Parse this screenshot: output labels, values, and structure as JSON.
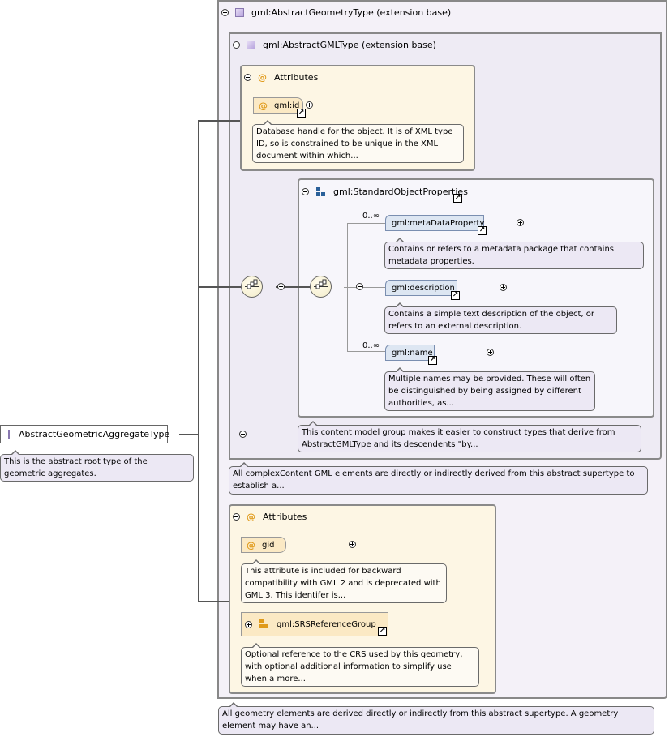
{
  "root": {
    "name": "AbstractGeometricAggregateType",
    "doc": "This is the abstract root type of the geometric aggregates."
  },
  "ext_geometry": {
    "title": "gml:AbstractGeometryType (extension base)",
    "doc": "All geometry elements are derived directly or indirectly from this abstract supertype. A geometry element may have an..."
  },
  "ext_gml": {
    "title": "gml:AbstractGMLType (extension base)",
    "doc": "All complexContent GML elements are directly or indirectly derived from this abstract supertype to establish a..."
  },
  "attributes1": {
    "title": "Attributes",
    "id_name": "gml:id",
    "id_doc": "Database handle for the object. It is of XML type ID, so is constrained to be unique in the XML document within which..."
  },
  "std_props": {
    "title": "gml:StandardObjectProperties",
    "doc": "This content model group makes it easier to construct types that derive from AbstractGMLType and its descendents \"by...",
    "metadata": {
      "name": "gml:metaDataProperty",
      "occ": "0..∞",
      "doc": "Contains or refers to a metadata package that contains metadata properties."
    },
    "description": {
      "name": "gml:description",
      "doc": "Contains a simple text description of the object, or refers to an external description."
    },
    "name_el": {
      "name": "gml:name",
      "occ": "0..∞",
      "doc": "Multiple names may be provided. These will often be distinguished by being assigned by different authorities, as..."
    }
  },
  "attributes2": {
    "title": "Attributes",
    "gid_name": "gid",
    "gid_doc": "This attribute is included for backward compatibility with GML 2 and is deprecated with GML 3. This identifer is...",
    "srs_name": "gml:SRSReferenceGroup",
    "srs_doc": "Optional reference to the CRS used by this geometry, with optional additional information to simplify use when a more..."
  },
  "icons": {
    "attr": "@",
    "link": "↗"
  }
}
